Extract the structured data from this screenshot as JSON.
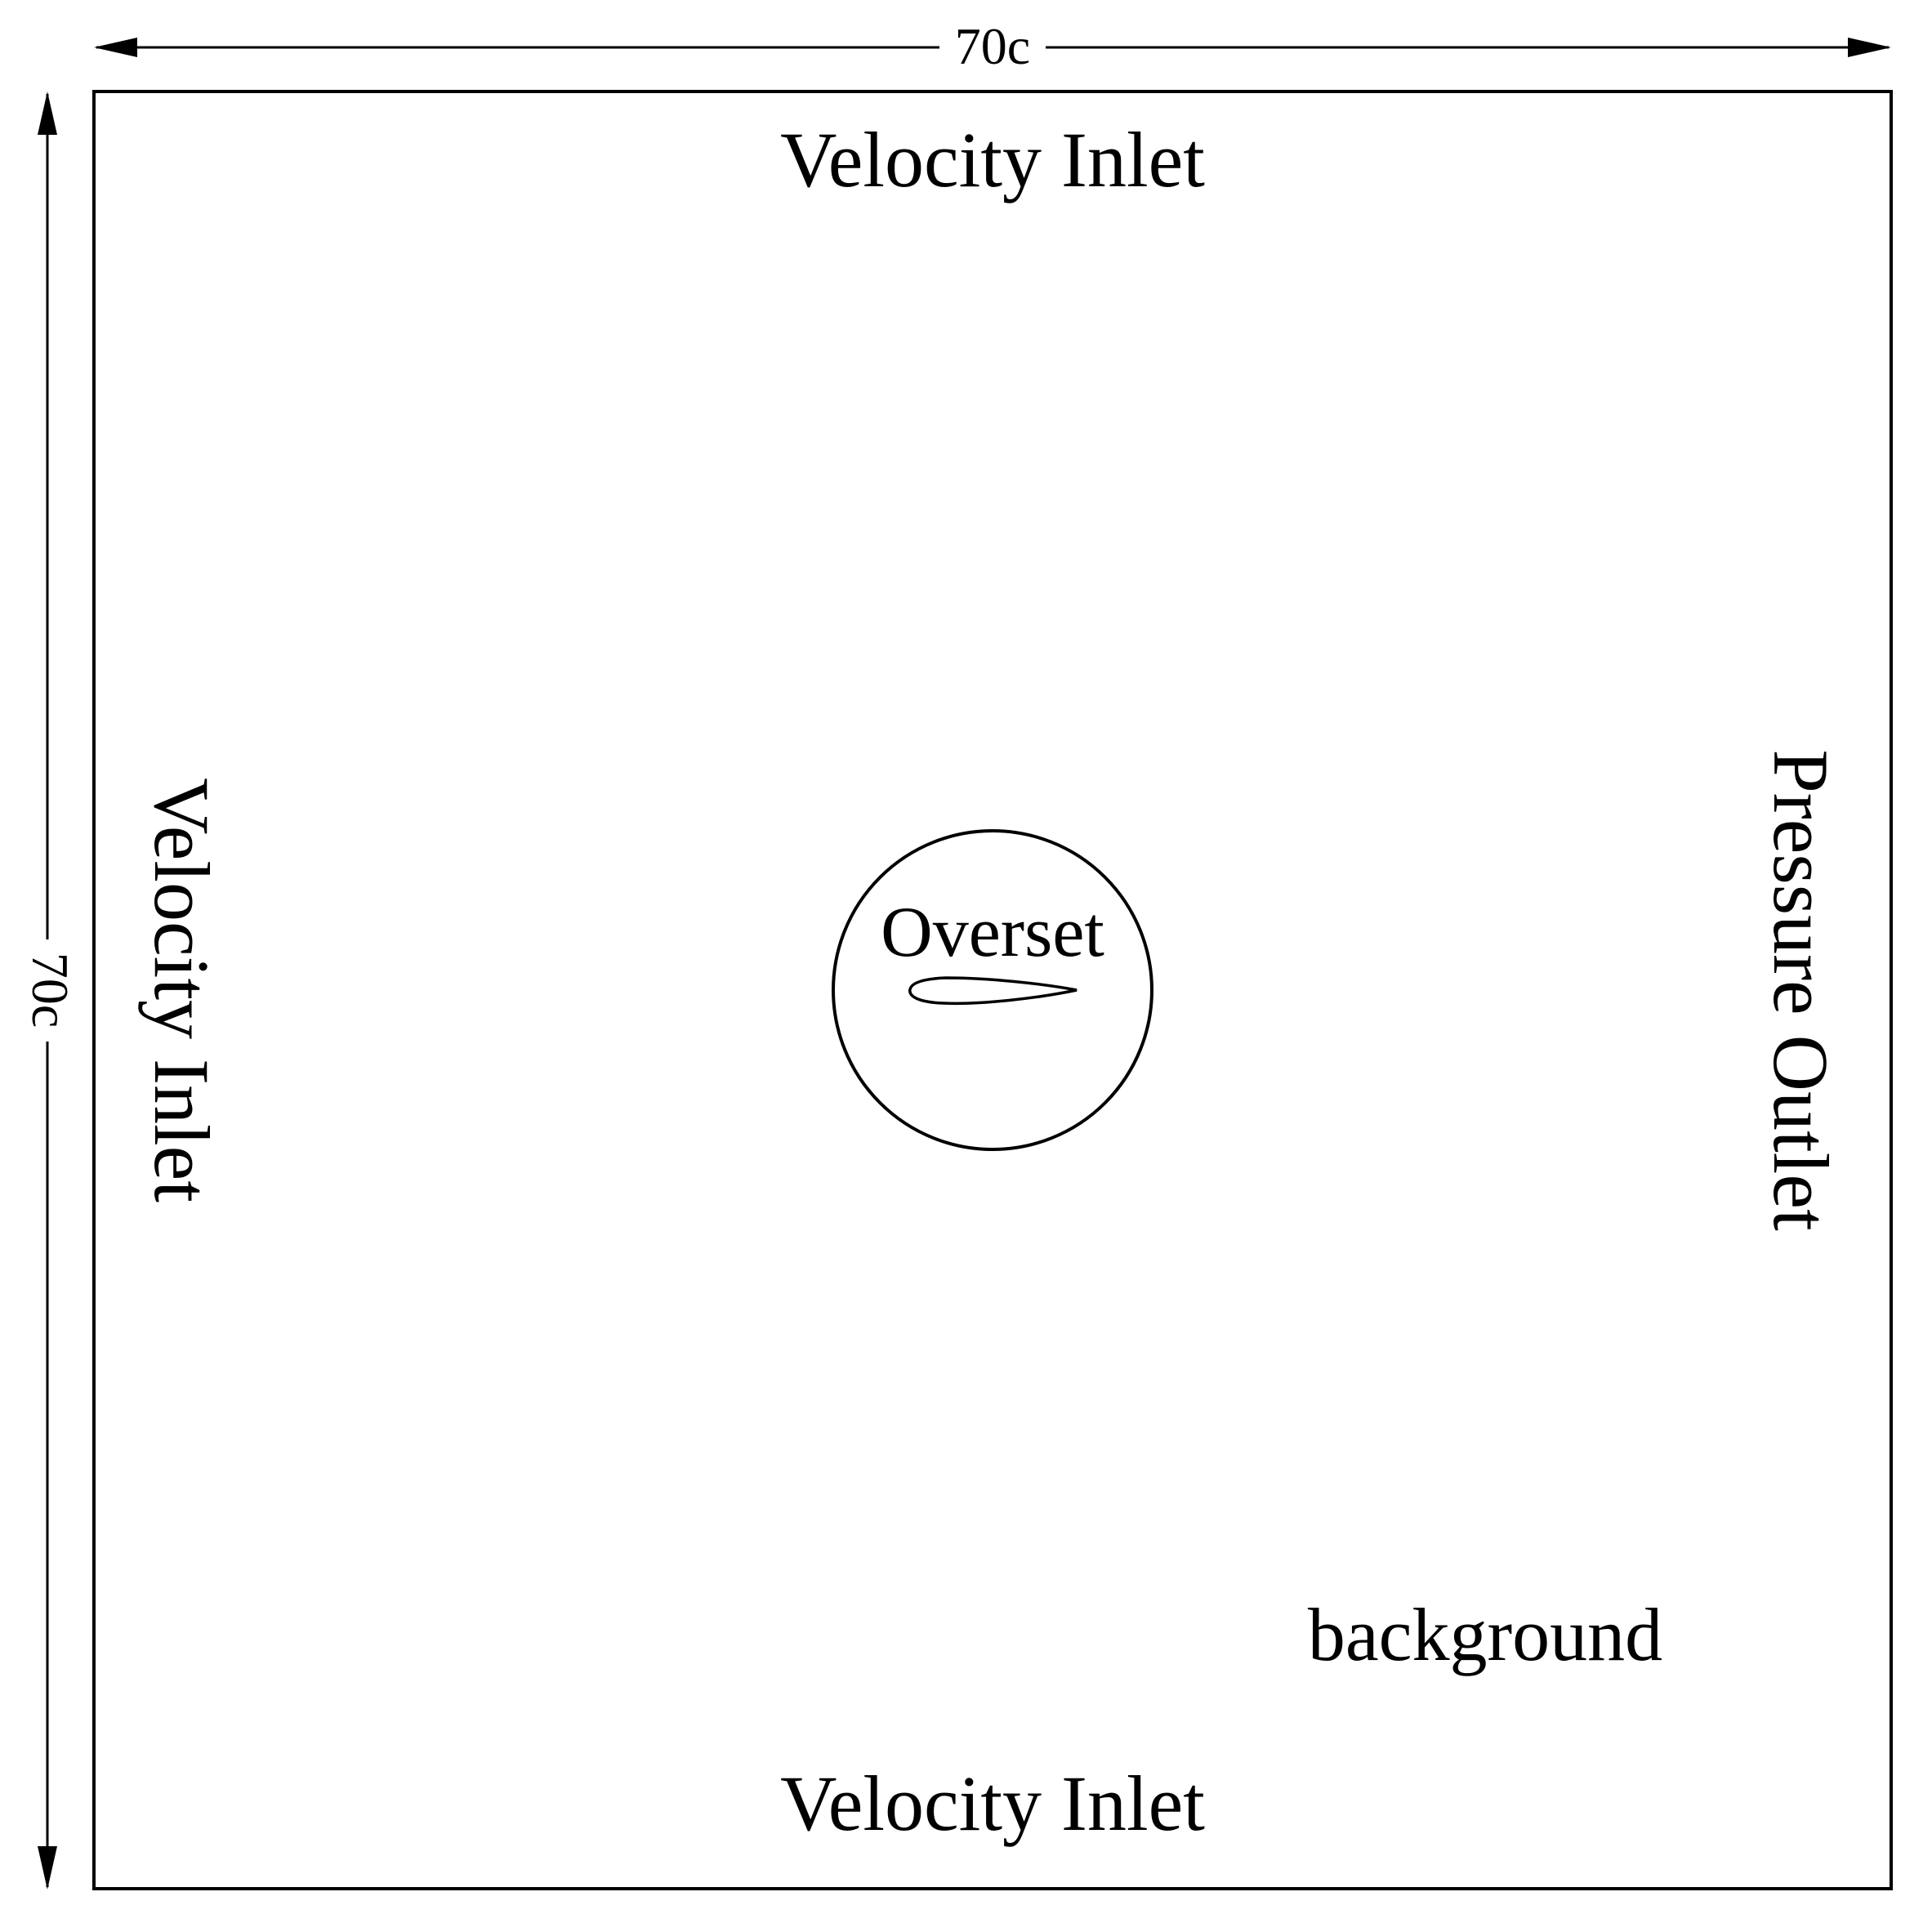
{
  "dimensions": {
    "width_label": "70c",
    "height_label": "70c"
  },
  "boundaries": {
    "top": "Velocity Inlet",
    "bottom": "Velocity Inlet",
    "left": "Velocity Inlet",
    "right": "Pressure Outlet"
  },
  "regions": {
    "overset": "Overset",
    "background": "background"
  },
  "colors": {
    "stroke": "#000000",
    "background": "#ffffff"
  }
}
